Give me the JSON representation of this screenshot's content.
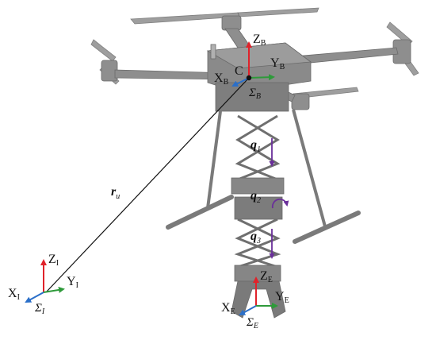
{
  "colors": {
    "x_axis": "#2a6fc9",
    "y_axis": "#2e9a3a",
    "z_axis": "#e0222a",
    "joint_arrow": "#6a2f9a",
    "frame": "#8e8e8e",
    "frame_dark": "#6f6f6f",
    "text": "#111111"
  },
  "labels": {
    "body_frame": {
      "Z": "Z",
      "Z_sub": "B",
      "Y": "Y",
      "Y_sub": "B",
      "X": "X",
      "X_sub": "B",
      "origin": "C",
      "sigma": "Σ",
      "sigma_sub": "B"
    },
    "inertial_frame": {
      "Z": "Z",
      "Z_sub": "I",
      "Y": "Y",
      "Y_sub": "I",
      "X": "X",
      "X_sub": "I",
      "sigma": "Σ",
      "sigma_sub": "I"
    },
    "end_effector_frame": {
      "Z": "Z",
      "Z_sub": "E",
      "Y": "Y",
      "Y_sub": "E",
      "X": "X",
      "X_sub": "E",
      "sigma": "Σ",
      "sigma_sub": "E"
    },
    "position_vector": {
      "main": "r",
      "sub": "u"
    },
    "joints": [
      {
        "main": "q",
        "sub": "1"
      },
      {
        "main": "q",
        "sub": "2"
      },
      {
        "main": "q",
        "sub": "3"
      }
    ]
  }
}
